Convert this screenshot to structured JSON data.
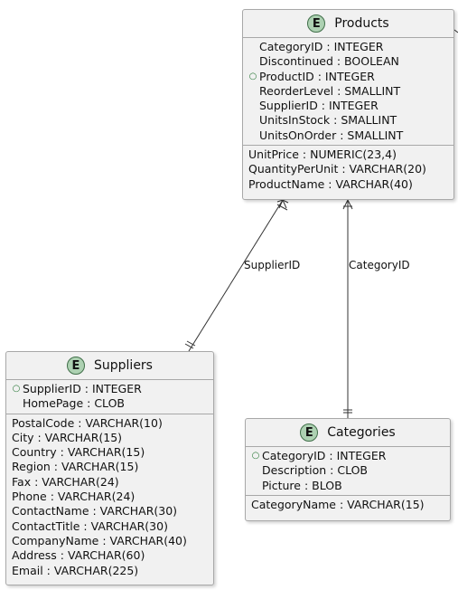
{
  "entities": {
    "products": {
      "name": "Products",
      "badge": "E",
      "key_fields": [
        {
          "text": "CategoryID : INTEGER",
          "pk": false
        },
        {
          "text": "Discontinued : BOOLEAN",
          "pk": false
        },
        {
          "text": "ProductID : INTEGER",
          "pk": true
        },
        {
          "text": "ReorderLevel : SMALLINT",
          "pk": false
        },
        {
          "text": "SupplierID : INTEGER",
          "pk": false
        },
        {
          "text": "UnitsInStock : SMALLINT",
          "pk": false
        },
        {
          "text": "UnitsOnOrder : SMALLINT",
          "pk": false
        }
      ],
      "fields": [
        "UnitPrice : NUMERIC(23,4)",
        "QuantityPerUnit : VARCHAR(20)",
        "ProductName : VARCHAR(40)"
      ]
    },
    "suppliers": {
      "name": "Suppliers",
      "badge": "E",
      "key_fields": [
        {
          "text": "SupplierID : INTEGER",
          "pk": true
        },
        {
          "text": "HomePage : CLOB",
          "pk": false
        }
      ],
      "fields": [
        "PostalCode : VARCHAR(10)",
        "City : VARCHAR(15)",
        "Country : VARCHAR(15)",
        "Region : VARCHAR(15)",
        "Fax : VARCHAR(24)",
        "Phone : VARCHAR(24)",
        "ContactName : VARCHAR(30)",
        "ContactTitle : VARCHAR(30)",
        "CompanyName : VARCHAR(40)",
        "Address : VARCHAR(60)",
        "Email : VARCHAR(225)"
      ]
    },
    "categories": {
      "name": "Categories",
      "badge": "E",
      "key_fields": [
        {
          "text": "CategoryID : INTEGER",
          "pk": true
        },
        {
          "text": "Description : CLOB",
          "pk": false
        },
        {
          "text": "Picture : BLOB",
          "pk": false
        }
      ],
      "fields": [
        "CategoryName : VARCHAR(15)"
      ]
    }
  },
  "relationships": [
    {
      "label": "SupplierID",
      "from": "Products",
      "to": "Suppliers",
      "from_end": "many",
      "to_end": "one"
    },
    {
      "label": "CategoryID",
      "from": "Products",
      "to": "Categories",
      "from_end": "many",
      "to_end": "one"
    }
  ],
  "colors": {
    "entity_bg": "#f1f1f1",
    "entity_border": "#a8a8a8",
    "badge_fill": "#add1b2",
    "pk_marker": "#2c7a3a",
    "line": "#333333"
  },
  "icons": {
    "entity_badge": "entity-e-badge-icon",
    "pk_marker": "primary-key-circle-icon"
  }
}
